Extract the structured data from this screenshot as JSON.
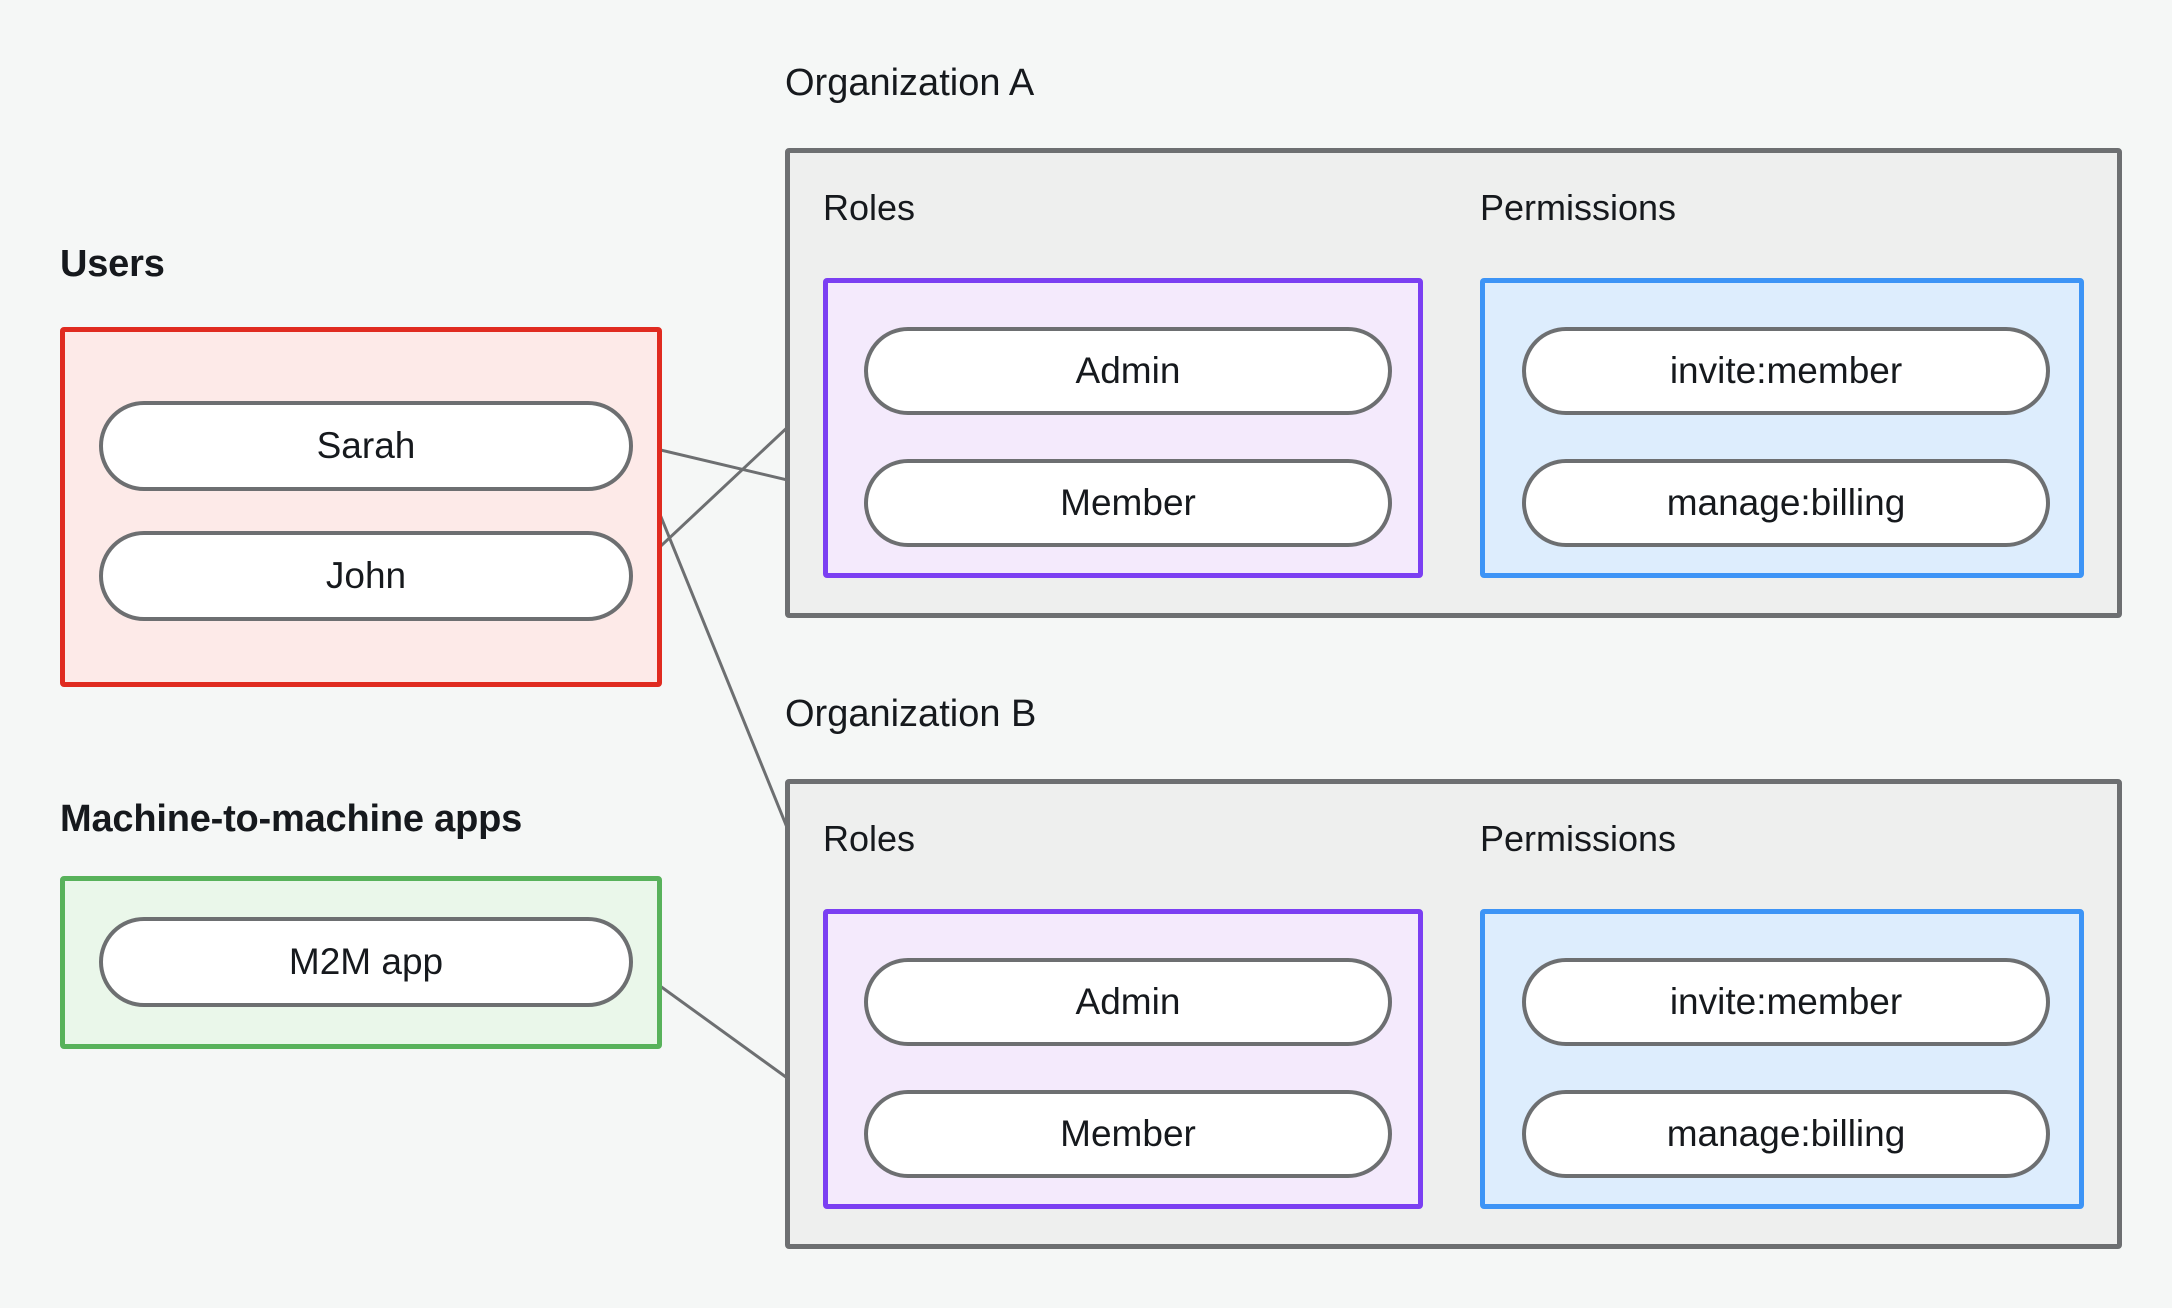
{
  "diagram": {
    "title_users": "Users",
    "title_m2m": "Machine-to-machine apps",
    "org_a_title": "Organization A",
    "org_b_title": "Organization B",
    "roles_label": "Roles",
    "permissions_label": "Permissions",
    "colors": {
      "background": "#f5f7f6",
      "users_border": "#e02b20",
      "users_fill": "#fdeae8",
      "m2m_border": "#58b25b",
      "m2m_fill": "#eaf7ea",
      "org_border": "#6d6f71",
      "org_fill": "#eeefee",
      "roles_border": "#7b3ff2",
      "roles_fill": "#f4eafc",
      "permissions_border": "#3d94f6",
      "permissions_fill": "#ddedfd",
      "node_border": "#6d6f71",
      "node_fill": "#ffffff",
      "edge": "#6d6f71",
      "text": "#16191d"
    },
    "users": [
      {
        "id": "sarah",
        "label": "Sarah"
      },
      {
        "id": "john",
        "label": "John"
      }
    ],
    "m2m_apps": [
      {
        "id": "m2m-app",
        "label": "M2M app"
      }
    ],
    "org_a": {
      "name": "Organization A",
      "roles": [
        {
          "id": "orga-admin",
          "label": "Admin"
        },
        {
          "id": "orga-member",
          "label": "Member"
        }
      ],
      "permissions": [
        {
          "id": "orga-invite",
          "label": "invite:member"
        },
        {
          "id": "orga-billing",
          "label": "manage:billing"
        }
      ]
    },
    "org_b": {
      "name": "Organization B",
      "roles": [
        {
          "id": "orgb-admin",
          "label": "Admin"
        },
        {
          "id": "orgb-member",
          "label": "Member"
        }
      ],
      "permissions": [
        {
          "id": "orgb-invite",
          "label": "invite:member"
        },
        {
          "id": "orgb-billing",
          "label": "manage:billing"
        }
      ]
    },
    "edges": [
      {
        "from": "john",
        "to": "orga-admin"
      },
      {
        "from": "sarah",
        "to": "orga-member"
      },
      {
        "from": "sarah",
        "to": "orgb-admin"
      },
      {
        "from": "m2m-app",
        "to": "orgb-member"
      },
      {
        "from": "orga-admin",
        "to": "orga-invite"
      },
      {
        "from": "orga-admin",
        "to": "orga-billing"
      },
      {
        "from": "orga-member",
        "to": "orga-billing"
      },
      {
        "from": "orgb-admin",
        "to": "orgb-invite"
      },
      {
        "from": "orgb-admin",
        "to": "orgb-billing"
      },
      {
        "from": "orgb-member",
        "to": "orgb-billing"
      }
    ]
  }
}
